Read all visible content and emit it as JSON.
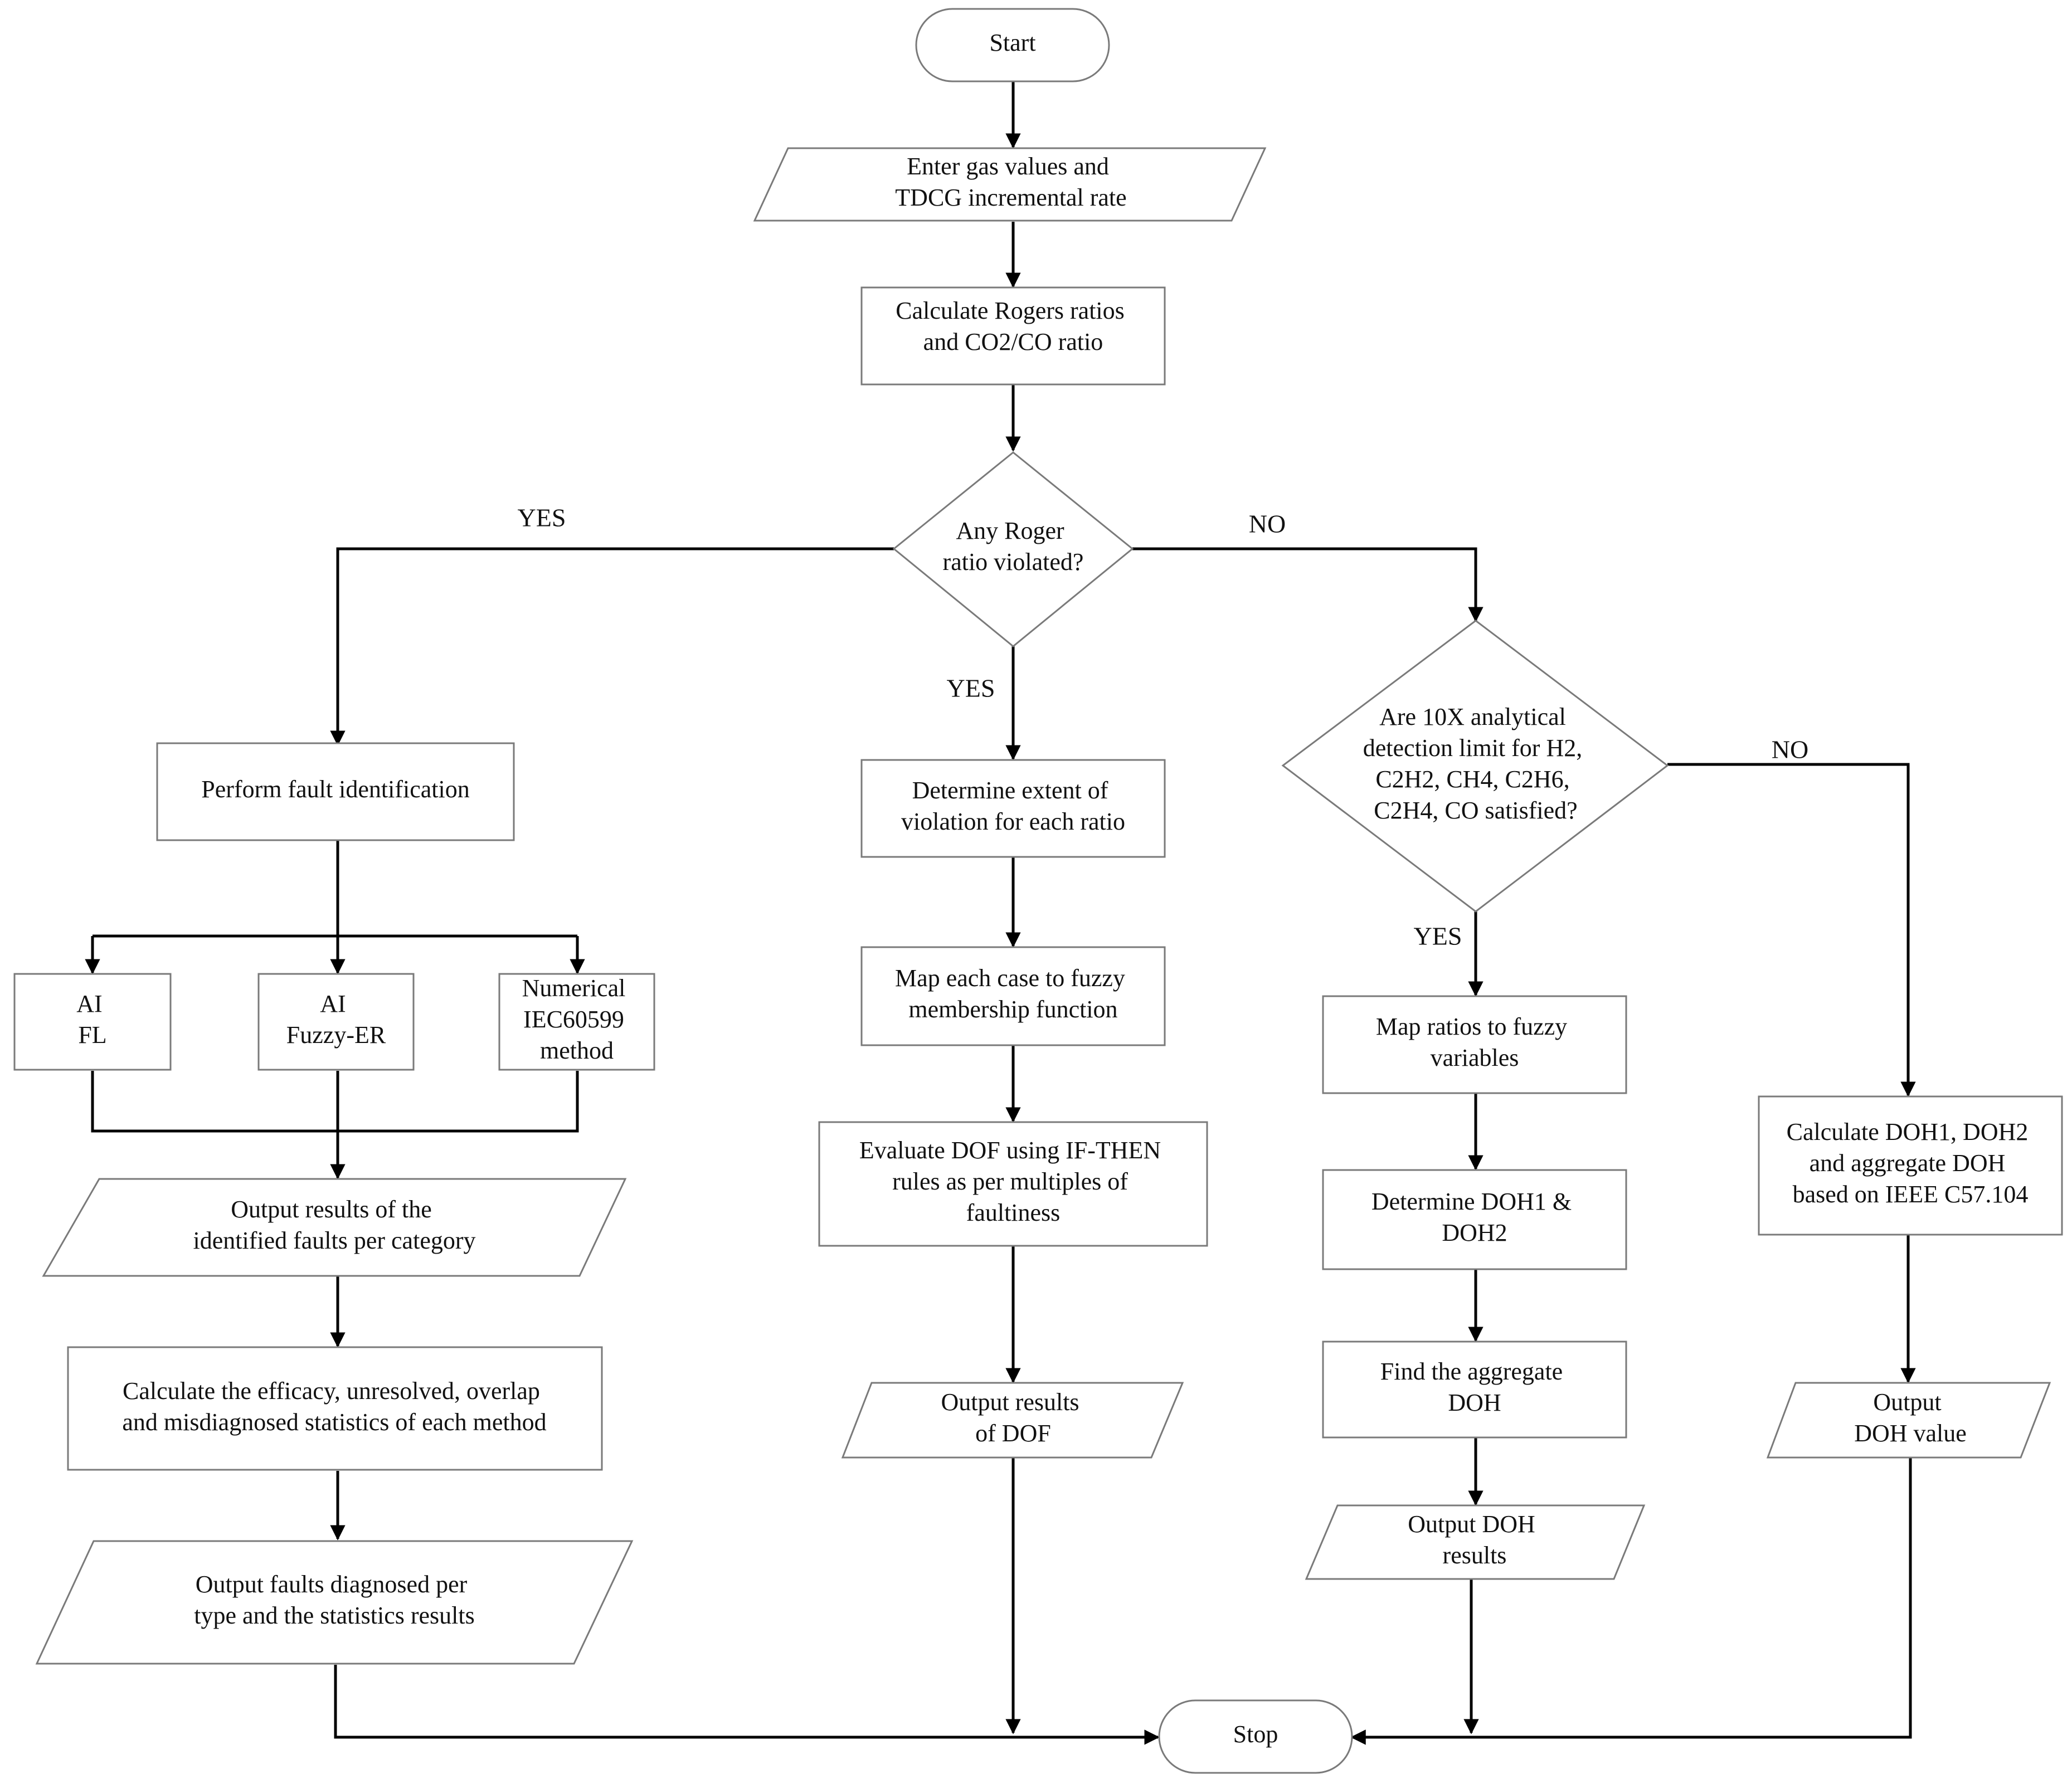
{
  "nodes": {
    "start": "Start",
    "enter": [
      "Enter gas values and",
      "TDCG incremental rate"
    ],
    "rogers": [
      "Calculate Rogers ratios",
      "and CO2/CO ratio"
    ],
    "decision1": [
      "Any Roger",
      "ratio violated?"
    ],
    "fault_ident": [
      "Perform fault identification"
    ],
    "ai_fl": [
      "AI",
      "FL"
    ],
    "ai_fuzzy": [
      "AI",
      "Fuzzy-ER"
    ],
    "numerical": [
      "Numerical",
      "IEC60599",
      "method"
    ],
    "out_faults": [
      "Output results of the",
      "identified faults per category"
    ],
    "calc_eff": [
      "Calculate the efficacy, unresolved, overlap",
      "and misdiagnosed statistics of each method"
    ],
    "out_stats": [
      "Output  faults diagnosed per",
      "type and the statistics results"
    ],
    "extent": [
      "Determine extent of",
      "violation for each ratio"
    ],
    "map_case": [
      "Map each case to fuzzy",
      "membership function"
    ],
    "eval_dof": [
      "Evaluate DOF using IF-THEN",
      "rules as per multiples of",
      "faultiness"
    ],
    "out_dof": [
      "Output results",
      "of DOF"
    ],
    "decision2": [
      "Are 10X analytical",
      "detection limit for H2,",
      "C2H2, CH4, C2H6,",
      "C2H4, CO satisfied?"
    ],
    "map_ratios": [
      "Map ratios to fuzzy",
      "variables"
    ],
    "doh12": [
      "Determine DOH1 &",
      "DOH2"
    ],
    "aggregate": [
      "Find the aggregate",
      "DOH"
    ],
    "out_doh": [
      "Output DOH",
      "results"
    ],
    "calc_doh": [
      "Calculate DOH1, DOH2",
      "and aggregate DOH",
      "based on IEEE C57.104"
    ],
    "out_doh_value": [
      "Output",
      "DOH value"
    ],
    "stop": "Stop"
  },
  "branch_labels": {
    "d1_yes_left": "YES",
    "d1_no_right": "NO",
    "d1_yes_down": "YES",
    "d2_no_right": "NO",
    "d2_yes_down": "YES"
  }
}
